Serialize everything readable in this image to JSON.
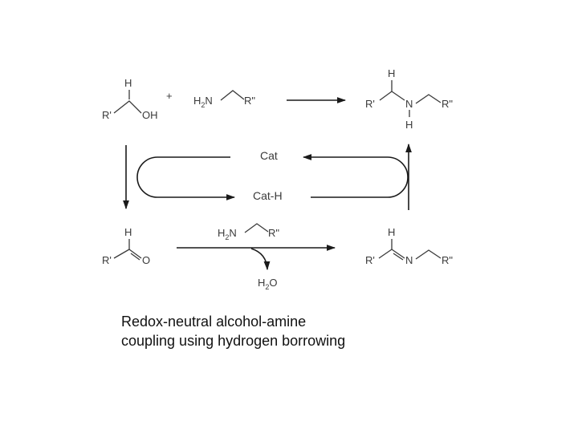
{
  "scheme": {
    "alcohol": {
      "h": "H",
      "r1": "R'",
      "oh": "OH"
    },
    "plus": "+",
    "amine_top": {
      "h2": "H",
      "sub2": "2",
      "n": "N",
      "r2": "R\""
    },
    "product_amine": {
      "h_top": "H",
      "r1": "R'",
      "n": "N",
      "h_bottom": "H",
      "r2": "R\""
    },
    "catalyst": {
      "cat": "Cat",
      "cat_h": "Cat-H"
    },
    "aldehyde": {
      "h": "H",
      "r1": "R'",
      "o": "O"
    },
    "amine_bottom": {
      "h2": "H",
      "sub2": "2",
      "n": "N",
      "r2": "R\""
    },
    "water": {
      "h": "H",
      "sub2": "2",
      "o": "O"
    },
    "imine": {
      "h": "H",
      "r1": "R'",
      "n": "N",
      "r2": "R\""
    }
  },
  "caption": {
    "line1": "Redox-neutral alcohol-amine",
    "line2": "coupling using hydrogen borrowing"
  },
  "colors": {
    "ink": "#3a3a3a",
    "arrows": "#1a1a1a",
    "background": "#ffffff"
  }
}
